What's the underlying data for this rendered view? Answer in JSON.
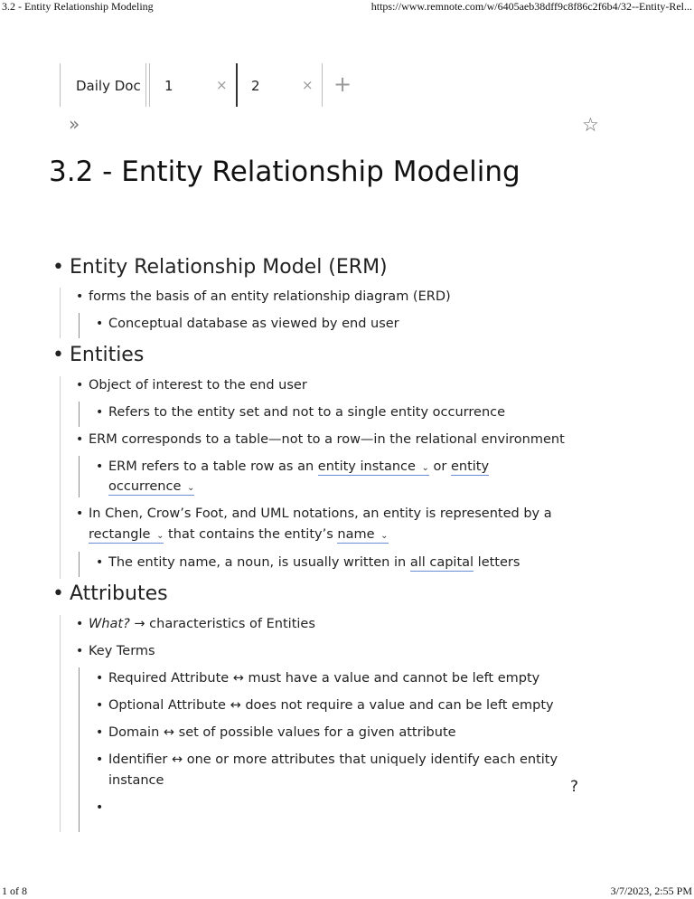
{
  "print": {
    "header_title": "3.2 - Entity Relationship Modeling",
    "header_url": "https://www.remnote.com/w/6405aeb38dff9c8f86c2f6b4/32--Entity-Rel...",
    "footer_page": "1 of 8",
    "footer_datetime": "3/7/2023, 2:55 PM"
  },
  "tabs": [
    {
      "label": "Daily Doc"
    },
    {
      "label": "1",
      "close": "×"
    },
    {
      "label": "2",
      "close": "×"
    }
  ],
  "icons": {
    "add_tab": "+",
    "expand": "»",
    "star": "☆",
    "caret": "⌄",
    "bullet": "•",
    "help": "?"
  },
  "doc": {
    "title": "3.2 - Entity Relationship Modeling",
    "sections": {
      "erm": {
        "heading": "Entity Relationship Model (ERM)",
        "item1": "forms the basis of an entity relationship diagram (ERD)",
        "item1_child": "Conceptual database as viewed by end user"
      },
      "entities": {
        "heading": "Entities",
        "item1": "Object of interest to the end user",
        "item1_child": "Refers to the entity set and not to a single entity occurrence",
        "item2": "ERM corresponds to a table—not to a row—in the relational environment",
        "item2_child_pre": "ERM refers to a table row as an ",
        "item2_child_link1": "entity instance",
        "item2_child_mid": " or ",
        "item2_child_link2a": "entity",
        "item2_child_link2b": "occurrence",
        "item3_line1": "In Chen, Crow’s Foot, and UML notations, an entity is represented by a",
        "item3_link1": "rectangle",
        "item3_mid": " that contains the entity’s ",
        "item3_link2": "name",
        "item3_child_pre": "The entity name, a noun, is usually written in ",
        "item3_child_link": "all capital",
        "item3_child_post": " letters"
      },
      "attributes": {
        "heading": "Attributes",
        "what_label": "What?",
        "what_arrow": "→",
        "what_text": "characteristics of Entities",
        "key_terms": "Key Terms",
        "arrow": "↔",
        "terms": [
          {
            "term": "Required Attribute",
            "def": "must have a value and cannot be left empty"
          },
          {
            "term": "Optional Attribute",
            "def": "does not require a value and can be left empty"
          },
          {
            "term": "Domain",
            "def": "set of possible values for a given attribute"
          },
          {
            "term": "Identifier",
            "def": "one or more attributes that uniquely identify each entity",
            "def_cont": "instance"
          }
        ]
      }
    }
  }
}
